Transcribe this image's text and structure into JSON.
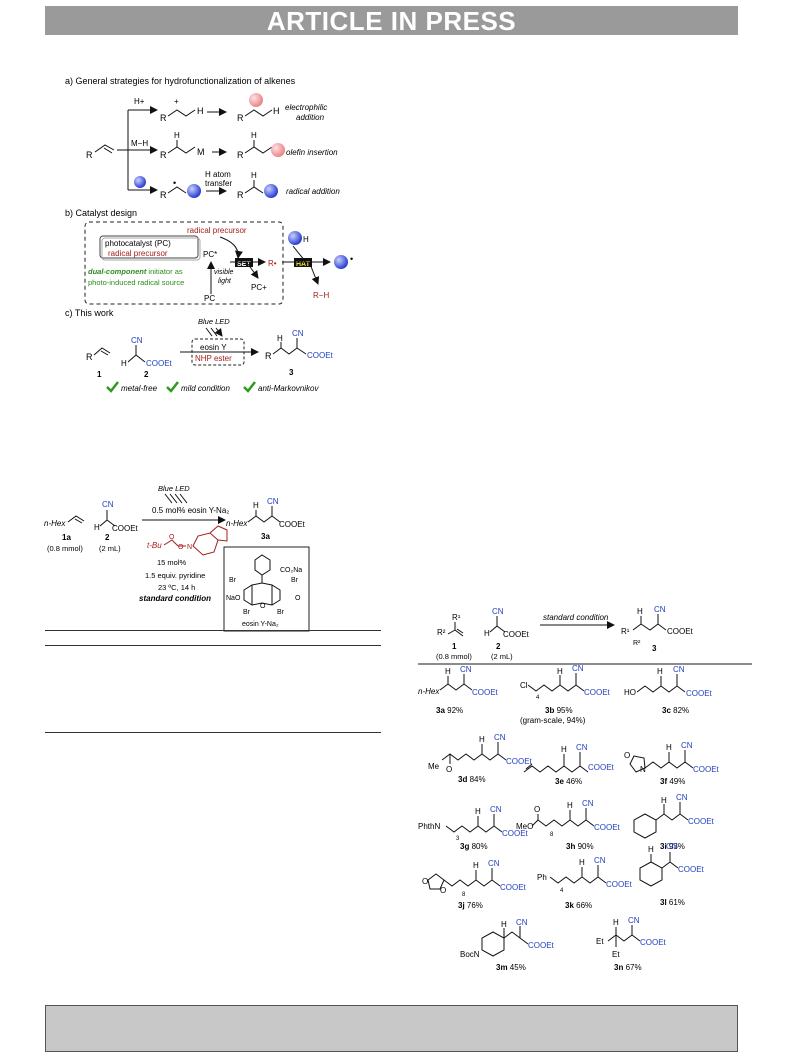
{
  "header": {
    "banner": "ARTICLE IN PRESS"
  },
  "scheme1": {
    "a_title": "a) General strategies for hydrofunctionalization of alkenes",
    "b_title": "b) Catalyst design",
    "c_title": "c) This work",
    "reagents": {
      "h_plus": "H+",
      "m_h": "M−H",
      "h_atom": "H atom",
      "transfer": "transfer"
    },
    "labels": {
      "electrophilic": "electrophilic",
      "addition": "addition",
      "olefin_insertion": "olefin insertion",
      "radical_addition": "radical addition"
    },
    "atoms": {
      "R": "R",
      "H": "H",
      "M": "M"
    },
    "catalyst": {
      "pc_label": "photocatalyst (PC)",
      "precursor_label": "radical precursor",
      "dual_line1": "dual-component",
      "dual_line1b": " initiator as",
      "dual_line2": "photo-induced radical source",
      "pc_star": "PC*",
      "pc": "PC",
      "pc_plus": "PC+",
      "visible": "visible",
      "light": "light",
      "set": "SET",
      "hat": "HAT",
      "r_dot": "R•",
      "r_h": "R−H",
      "top_precursor": "radical precursor",
      "h": "H"
    },
    "this_work": {
      "blue_led": "Blue LED",
      "eosin": "eosin Y",
      "nhp": "NHP ester",
      "n1": "1",
      "n2": "2",
      "n3": "3",
      "cn": "CN",
      "cooet": "COOEt",
      "tag1": "metal-free",
      "tag2": "mild condition",
      "tag3": "anti-Markovnikov"
    }
  },
  "scheme2": {
    "blue_led": "Blue LED",
    "eosin_load": "0.5 mol% eosin Y-Na₂",
    "nhex": "n-Hex",
    "c1a": "1a",
    "c1a_amt": "(0.8 mmol)",
    "c2": "2",
    "c2_amt": "(2 mL)",
    "c3a": "3a",
    "tbu": "t-Bu",
    "nhp_load": "15 mol%",
    "pyridine": "1.5 equiv. pyridine",
    "temp": "23 ºC, 14 h",
    "standard": "standard condition",
    "eosin_name": "eosin Y-Na₂",
    "atoms": {
      "br": "Br",
      "nao": "NaO",
      "co2na": "CO₂Na",
      "o": "O",
      "n": "N"
    }
  },
  "scheme3": {
    "r1": "R¹",
    "r2": "R²",
    "c1": "1",
    "c1_amt": "(0.8 mmol)",
    "c2": "2",
    "c2_amt": "(2 mL)",
    "c3": "3",
    "standard": "standard condition",
    "products": [
      {
        "id": "3a",
        "yield": "92%"
      },
      {
        "id": "3b",
        "yield": "95%",
        "note": "(gram-scale, 94%)"
      },
      {
        "id": "3c",
        "yield": "82%"
      },
      {
        "id": "3d",
        "yield": "84%"
      },
      {
        "id": "3e",
        "yield": "46%"
      },
      {
        "id": "3f",
        "yield": "49%"
      },
      {
        "id": "3g",
        "yield": "80%"
      },
      {
        "id": "3h",
        "yield": "90%"
      },
      {
        "id": "3i",
        "yield": "93%"
      },
      {
        "id": "3j",
        "yield": "76%"
      },
      {
        "id": "3k",
        "yield": "66%"
      },
      {
        "id": "3l",
        "yield": "61%"
      },
      {
        "id": "3m",
        "yield": "45%"
      },
      {
        "id": "3n",
        "yield": "67%"
      }
    ],
    "frag": {
      "cl": "Cl",
      "ho": "HO",
      "me": "Me",
      "o": "O",
      "n": "N",
      "phthn": "PhthN",
      "meo": "MeO",
      "ph": "Ph",
      "boc": "BocN",
      "et": "Et",
      "s3": "3",
      "s4": "4",
      "s8": "8"
    }
  }
}
